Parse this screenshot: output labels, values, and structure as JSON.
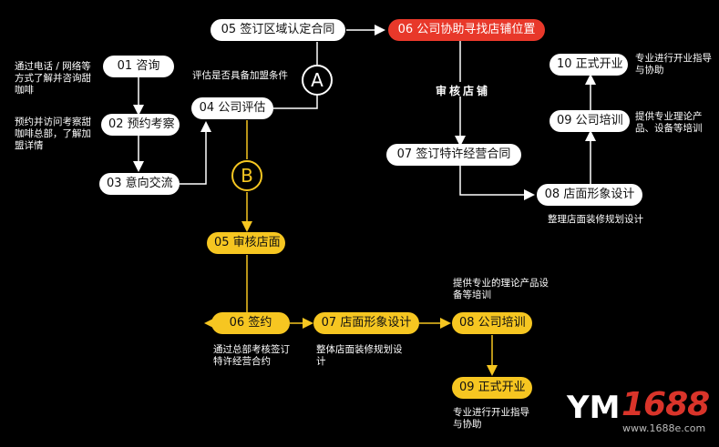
{
  "upper_flow": {
    "n05": "05 签订区域认定合同",
    "n06": "06 公司协助寻找店铺位置",
    "n01": "01  咨询",
    "n02": "02 预约考察",
    "n03": "03 意向交流",
    "n04": "04 公司评估",
    "n07": "07 签订特许经营合同",
    "n08": "08 店面形象设计",
    "n09": "09 公司培训",
    "n10": "10 正式开业",
    "branch_a": "A",
    "branch_b": "B",
    "review_label": "审核店铺"
  },
  "upper_notes": {
    "n01_note": "通过电话 / 网络等方式了解并咨询甜咖啡",
    "n02_note": "预约并访问考察甜咖啡总部，了解加盟详情",
    "n04_note": "评估是否具备加盟条件",
    "n08_note": "整理店面装修规划设计",
    "n09_note": "提供专业理论产品、设备等培训",
    "n10_note": "专业进行开业指导与协助"
  },
  "lower_flow": {
    "n05": "05 审核店面",
    "n06": "06  签约",
    "n07": "07 店面形象设计",
    "n08": "08 公司培训",
    "n09": "09 正式开业"
  },
  "lower_notes": {
    "n06_note": "通过总部考核签订特许经营合约",
    "n07_note": "整体店面装修规划设计",
    "n08_note": "提供专业的理论产品设备等培训",
    "n09_note": "专业进行开业指导与协助"
  },
  "watermark": {
    "mark": "YM",
    "number": "1688",
    "url": "www.1688e.com"
  },
  "colors": {
    "background": "#000000",
    "white_node": "#ffffff",
    "yellow_node": "#f6c621",
    "red_node": "#e8382a"
  }
}
